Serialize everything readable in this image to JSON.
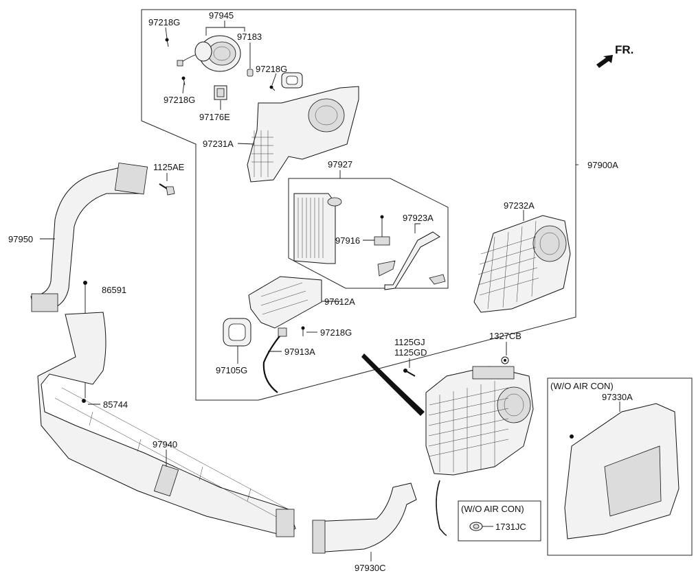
{
  "direction": {
    "text": "FR."
  },
  "callouts": {
    "p97945": "97945",
    "p97218G_a": "97218G",
    "p97183": "97183",
    "p97218G_b": "97218G",
    "p97218G_c": "97218G",
    "p97176E": "97176E",
    "p97231A": "97231A",
    "p97900A": "97900A",
    "p97927": "97927",
    "p1125AE": "1125AE",
    "p97232A": "97232A",
    "p97923A": "97923A",
    "p97916": "97916",
    "p97950": "97950",
    "p86591": "86591",
    "p97612A": "97612A",
    "p97218G_d": "97218G",
    "p97913A": "97913A",
    "p97105G": "97105G",
    "p1125GJ": "1125GJ",
    "p1125GD": "1125GD",
    "p1327CB": "1327CB",
    "p85744": "85744",
    "p97940": "97940",
    "p97930C": "97930C",
    "p1731JC": "1731JC",
    "p97330A": "97330A"
  },
  "boxes": {
    "wo_air_con_small": "(W/O AIR CON)",
    "wo_air_con_large": "(W/O AIR CON)"
  }
}
